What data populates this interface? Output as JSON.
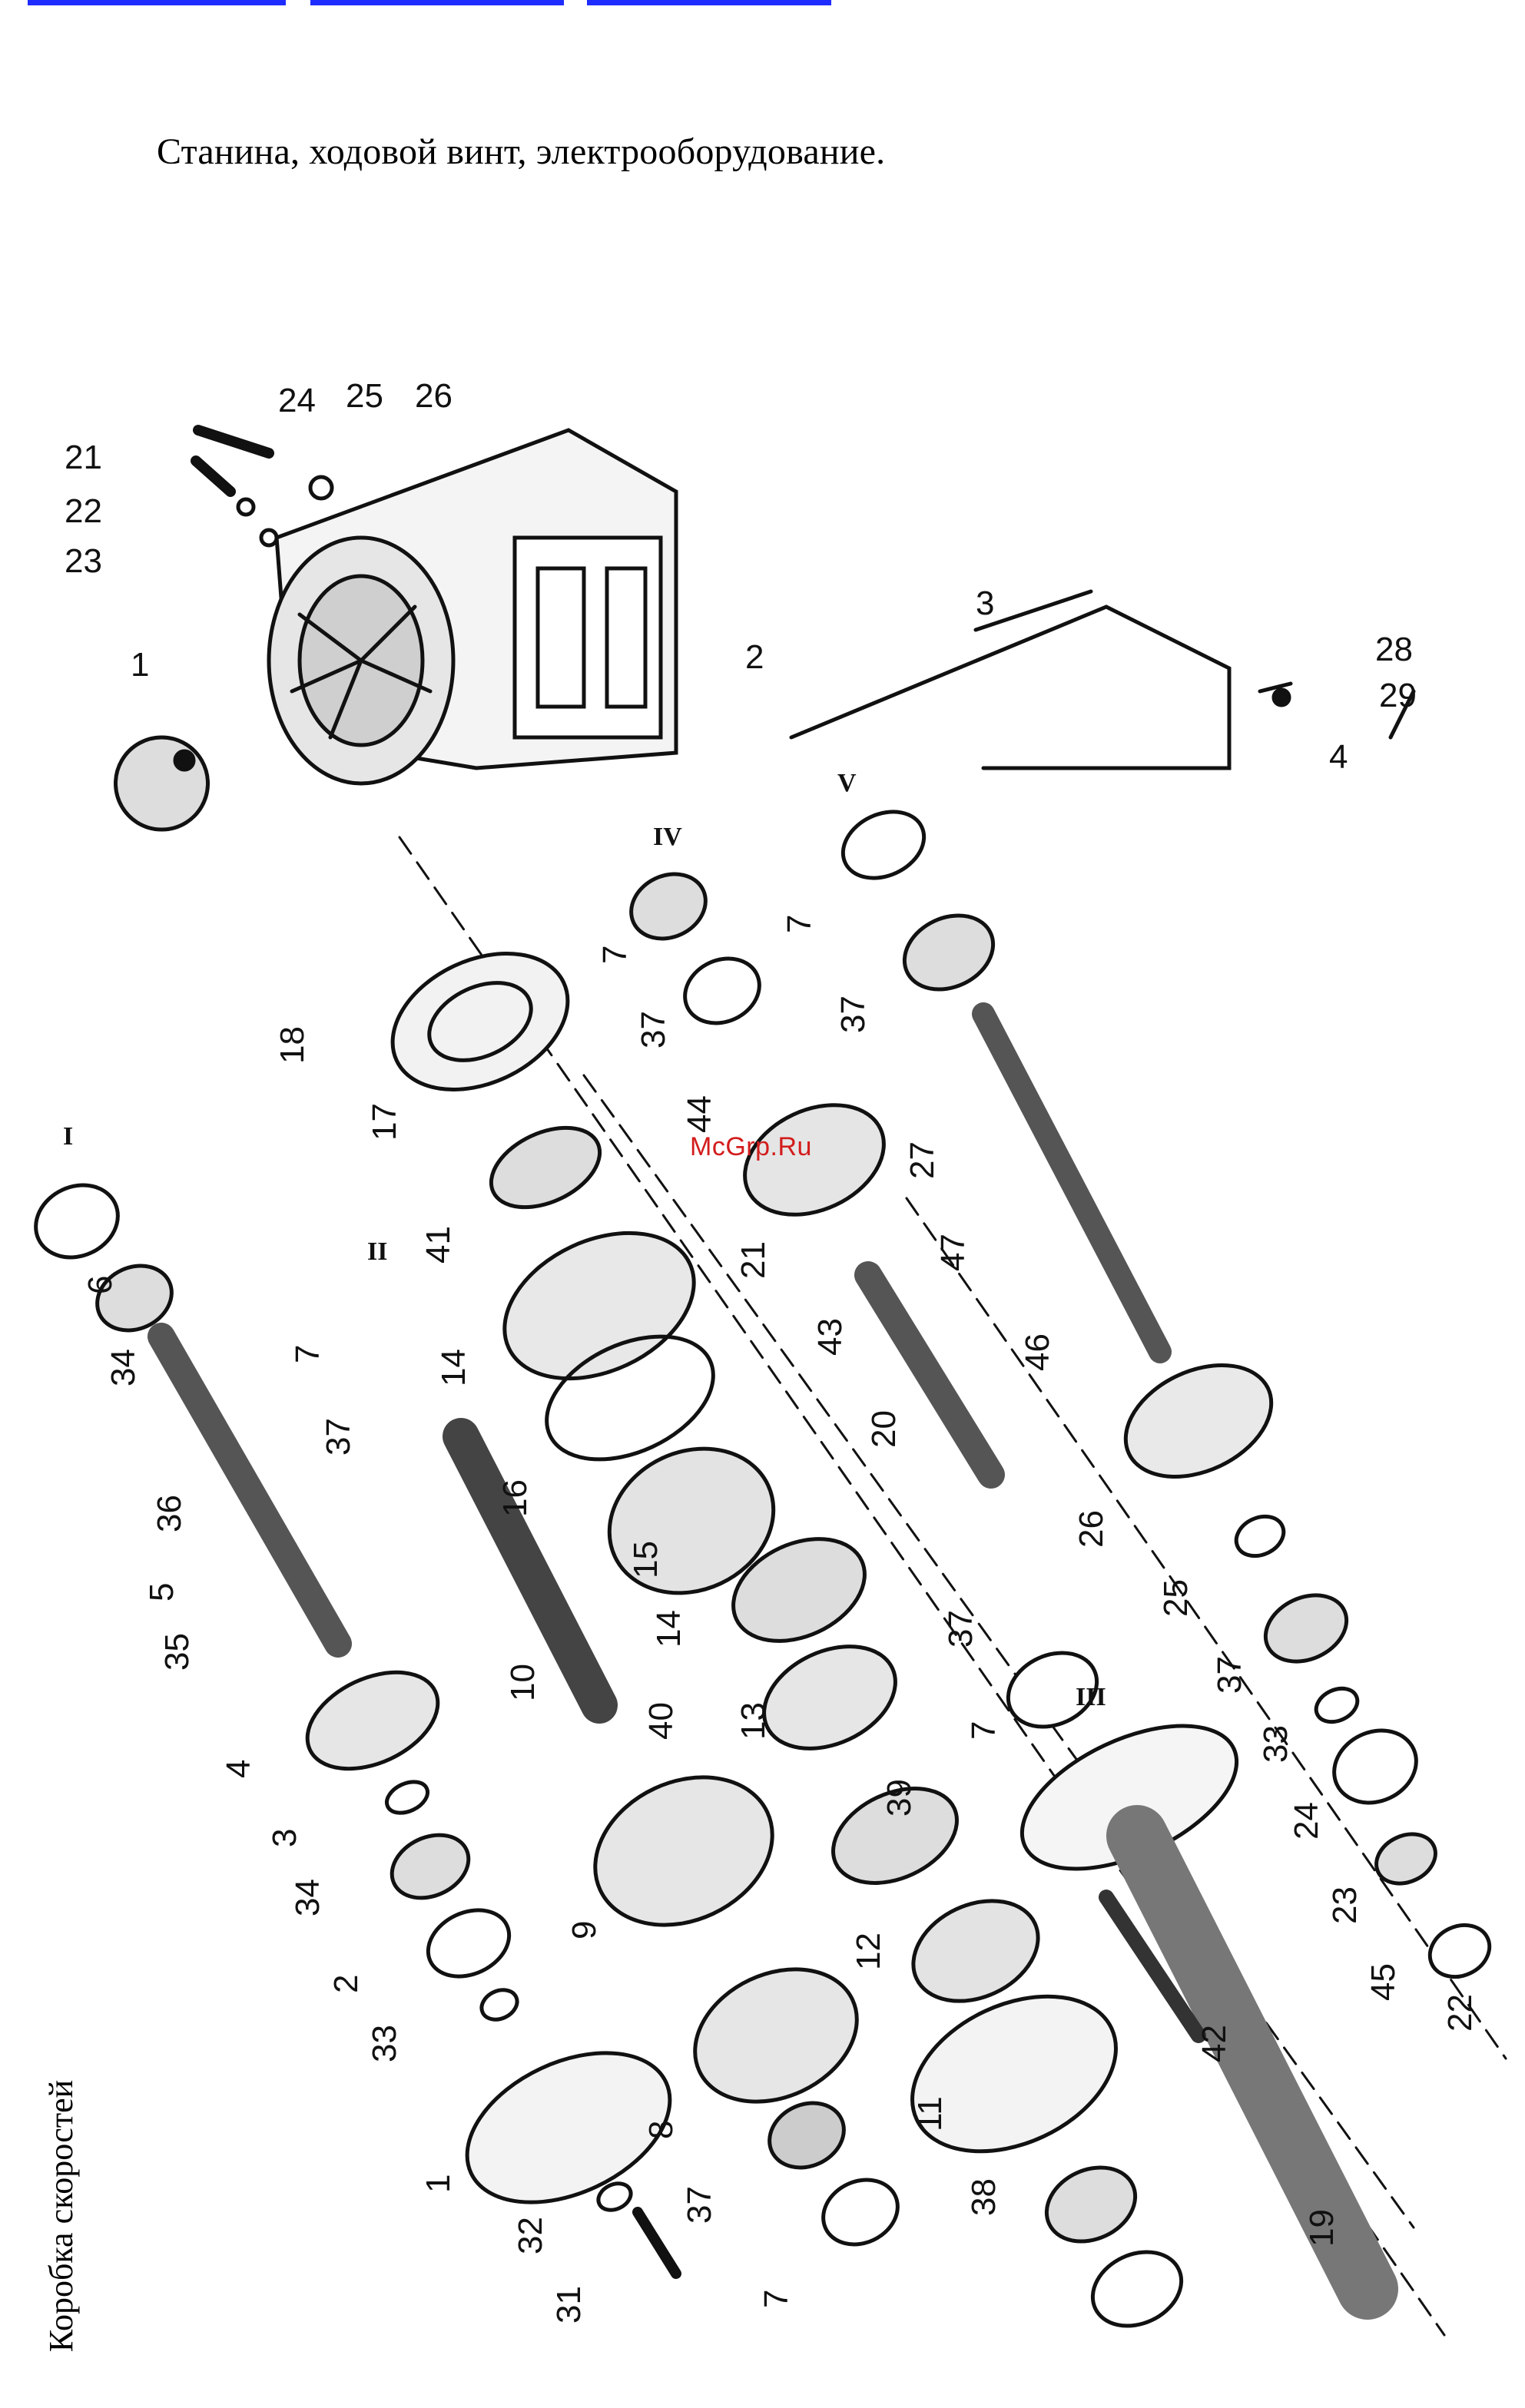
{
  "nav": {
    "links": [
      "",
      "",
      ""
    ],
    "color": "#1f2cff"
  },
  "caption": "Станина, ходовой винт, электрооборудование.",
  "side_caption": "Коробка скоростей",
  "watermark": "McGrp.Ru",
  "watermark_color": "#d31c1c",
  "motor_labels": [
    "24",
    "25",
    "26",
    "21",
    "22",
    "23",
    "1",
    "3",
    "2",
    "28",
    "29",
    "4"
  ],
  "part_labels": [
    "18",
    "17",
    "41",
    "14",
    "16",
    "15",
    "14",
    "40",
    "13",
    "10",
    "9",
    "39",
    "12",
    "8",
    "37",
    "7",
    "11",
    "38",
    "42",
    "19",
    "7",
    "37",
    "44",
    "21",
    "43",
    "20",
    "37",
    "7",
    "7",
    "37",
    "27",
    "47",
    "46",
    "26",
    "25",
    "37",
    "33",
    "24",
    "23",
    "45",
    "22",
    "6",
    "34",
    "7",
    "37",
    "36",
    "5",
    "35",
    "4",
    "3",
    "34",
    "2",
    "33",
    "1",
    "32",
    "31"
  ],
  "shaft_labels": [
    "I",
    "II",
    "III",
    "IV",
    "V"
  ]
}
